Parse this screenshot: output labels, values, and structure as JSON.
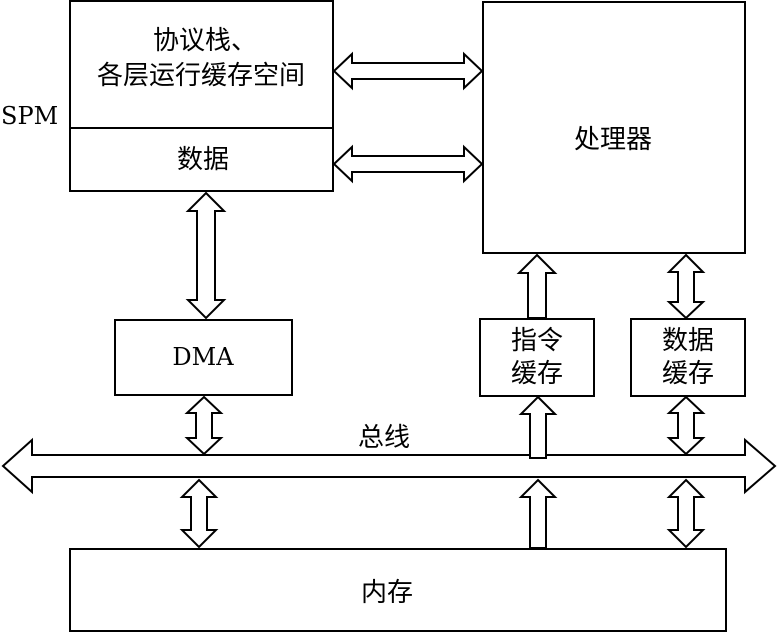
{
  "diagram": {
    "spm_label": "SPM",
    "spm_top_line1": "协议栈、",
    "spm_top_line2": "各层运行缓存空间",
    "spm_bottom": "数据",
    "processor": "处理器",
    "dma": "DMA",
    "icache_line1": "指令",
    "icache_line2": "缓存",
    "dcache_line1": "数据",
    "dcache_line2": "缓存",
    "bus": "总线",
    "memory": "内存"
  }
}
